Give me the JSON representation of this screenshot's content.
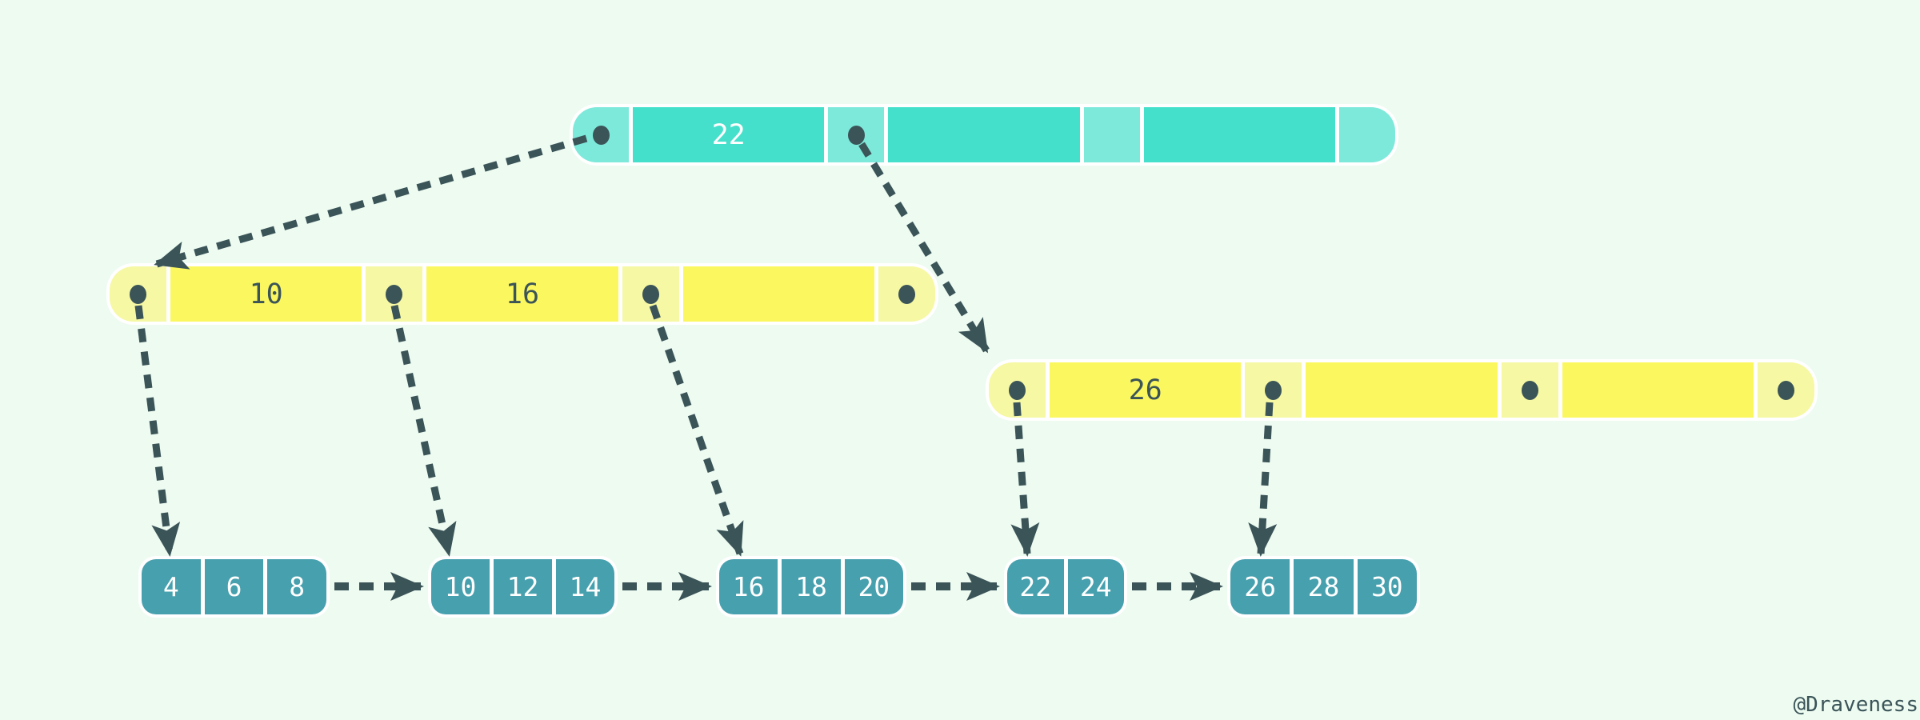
{
  "watermark": "@Draveness",
  "colors": {
    "background": "#edfbf1",
    "root_pointer_cell": "#7de9da",
    "root_key_cell": "#45e0cb",
    "internal_pointer_cell": "#f6f8a3",
    "internal_key_cell": "#fbf75f",
    "leaf_cell": "#47a0ae",
    "arrow_and_dot": "#3b5458",
    "key_text_on_teal": "#ffffff",
    "key_text_on_yellow": "#3b5458",
    "leaf_text": "#ffffff"
  },
  "tree": {
    "type": "b-plus-tree",
    "root": {
      "keys": [
        "22",
        "",
        ""
      ],
      "pointers": [
        {
          "dot": true
        },
        {
          "dot": true
        },
        {
          "dot": false
        },
        {
          "dot": false
        }
      ]
    },
    "internal_left": {
      "keys": [
        "10",
        "16",
        ""
      ],
      "pointers": [
        {
          "dot": true
        },
        {
          "dot": true
        },
        {
          "dot": true
        },
        {
          "dot": true
        }
      ]
    },
    "internal_right": {
      "keys": [
        "26",
        "",
        ""
      ],
      "pointers": [
        {
          "dot": true
        },
        {
          "dot": true
        },
        {
          "dot": true
        },
        {
          "dot": true
        }
      ]
    },
    "leaves": [
      {
        "values": [
          "4",
          "6",
          "8"
        ]
      },
      {
        "values": [
          "10",
          "12",
          "14"
        ]
      },
      {
        "values": [
          "16",
          "18",
          "20"
        ]
      },
      {
        "values": [
          "22",
          "24"
        ]
      },
      {
        "values": [
          "26",
          "28",
          "30"
        ]
      }
    ],
    "edges": [
      {
        "from": "root.pointer-1",
        "to": "internal-left"
      },
      {
        "from": "root.pointer-2",
        "to": "internal-right"
      },
      {
        "from": "internal-left.pointer-1",
        "to": "leaf-1"
      },
      {
        "from": "internal-left.pointer-2",
        "to": "leaf-2"
      },
      {
        "from": "internal-left.pointer-3",
        "to": "leaf-3"
      },
      {
        "from": "internal-right.pointer-1",
        "to": "leaf-4"
      },
      {
        "from": "internal-right.pointer-2",
        "to": "leaf-5"
      },
      {
        "from": "leaf-1",
        "to": "leaf-2"
      },
      {
        "from": "leaf-2",
        "to": "leaf-3"
      },
      {
        "from": "leaf-3",
        "to": "leaf-4"
      },
      {
        "from": "leaf-4",
        "to": "leaf-5"
      }
    ]
  }
}
